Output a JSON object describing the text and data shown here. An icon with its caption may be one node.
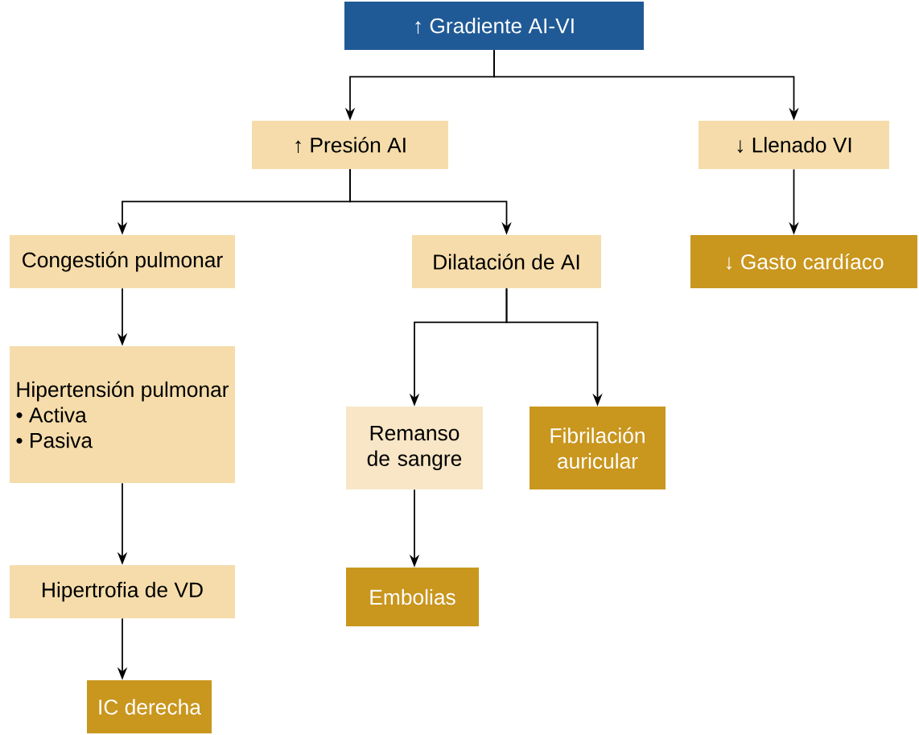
{
  "diagram": {
    "nodes": [
      {
        "text": [
          "↑ Gradiente AI-VI"
        ]
      },
      {
        "text": [
          "↑ Presión AI"
        ]
      },
      {
        "text": [
          "↓ Llenado VI"
        ]
      },
      {
        "text": [
          "Congestión pulmonar"
        ]
      },
      {
        "text": [
          "Dilatación de AI"
        ]
      },
      {
        "text": [
          "↓ Gasto cardíaco"
        ]
      },
      {
        "text": [
          "Hipertensión pulmonar",
          "• Activa",
          "• Pasiva"
        ]
      },
      {
        "text": [
          "Remanso de sangre"
        ]
      },
      {
        "text": [
          "Fibrilación auricular"
        ]
      },
      {
        "text": [
          "Hipertrofia de VD"
        ]
      },
      {
        "text": [
          "Embolias"
        ]
      },
      {
        "text": [
          "IC derecha"
        ]
      }
    ],
    "edges": [
      {
        "from": 0,
        "to": 1,
        "arrow": "to"
      },
      {
        "from": 0,
        "to": 2,
        "arrow": "to"
      },
      {
        "from": 1,
        "to": 3,
        "arrow": "to"
      },
      {
        "from": 1,
        "to": 4,
        "arrow": "to"
      },
      {
        "from": 2,
        "to": 5,
        "arrow": "to"
      },
      {
        "from": 3,
        "to": 6,
        "arrow": "to"
      },
      {
        "from": 4,
        "to": 7,
        "arrow": "to"
      },
      {
        "from": 4,
        "to": 8,
        "arrow": "to"
      },
      {
        "from": 6,
        "to": 9,
        "arrow": "to"
      },
      {
        "from": 7,
        "to": 10,
        "arrow": "to"
      },
      {
        "from": 9,
        "to": 11,
        "arrow": "to"
      }
    ]
  }
}
